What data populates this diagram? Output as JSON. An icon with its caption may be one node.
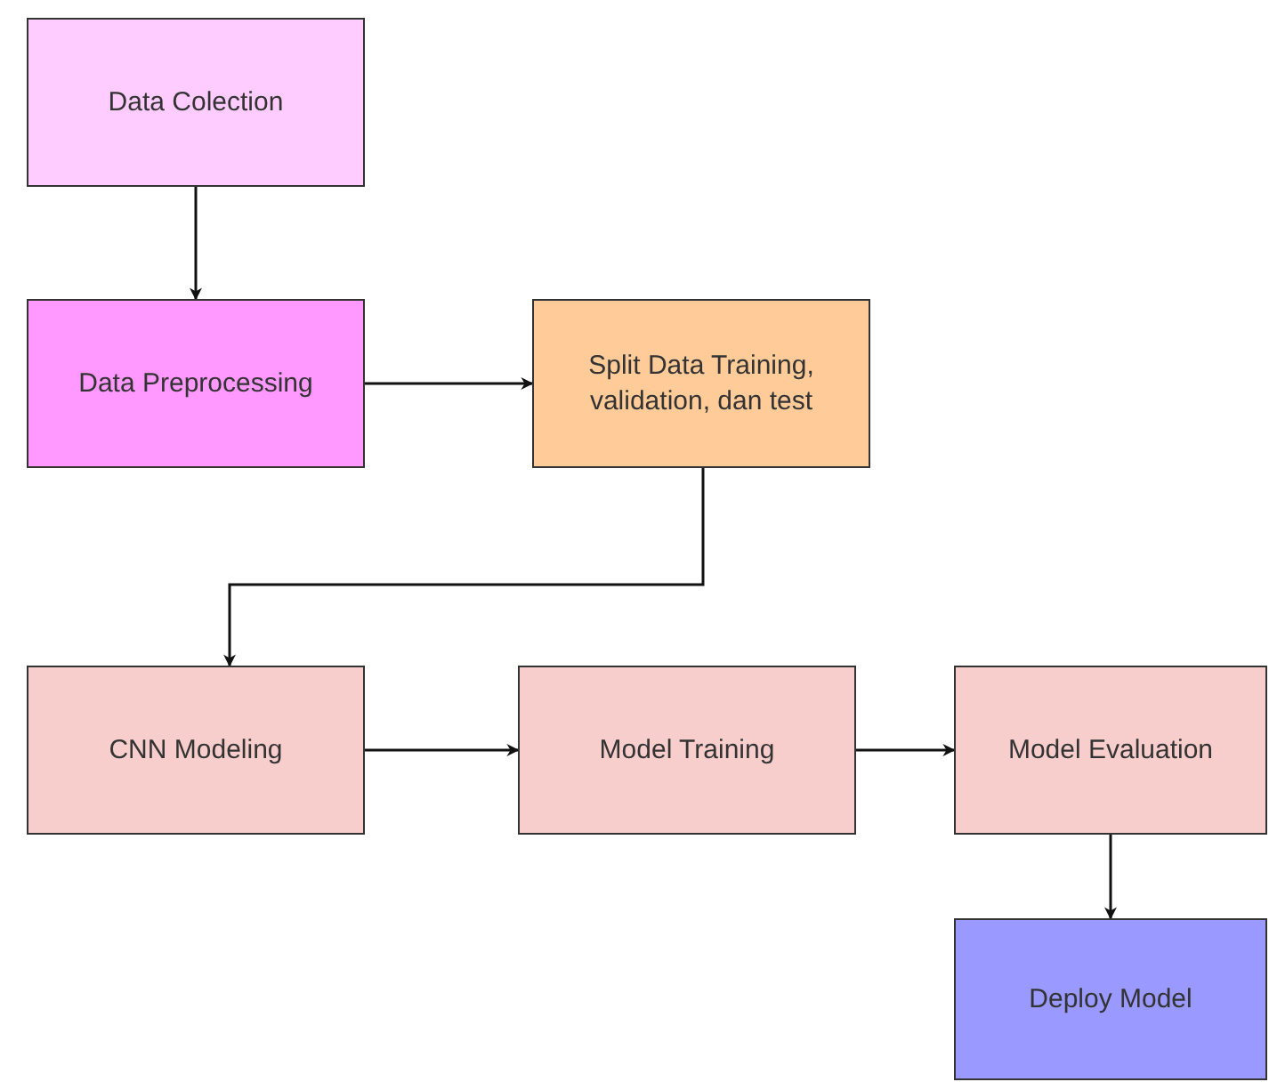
{
  "diagram": {
    "nodes": [
      {
        "text": [
          "Data Colection"
        ]
      },
      {
        "text": [
          "Data Preprocessing"
        ]
      },
      {
        "text": [
          "Split Data Training, validation, dan test"
        ]
      },
      {
        "text": [
          "CNN Modeling"
        ]
      },
      {
        "text": [
          "Model Training"
        ]
      },
      {
        "text": [
          "Model Evaluation"
        ]
      },
      {
        "text": [
          "Deploy Model"
        ]
      }
    ],
    "edges": [
      {
        "from": 0,
        "to": 1,
        "arrow": "to"
      },
      {
        "from": 1,
        "to": 2,
        "arrow": "to"
      },
      {
        "from": 2,
        "to": 3,
        "arrow": "to"
      },
      {
        "from": 3,
        "to": 4,
        "arrow": "to"
      },
      {
        "from": 4,
        "to": 5,
        "arrow": "to"
      },
      {
        "from": 5,
        "to": 6,
        "arrow": "to"
      }
    ]
  }
}
